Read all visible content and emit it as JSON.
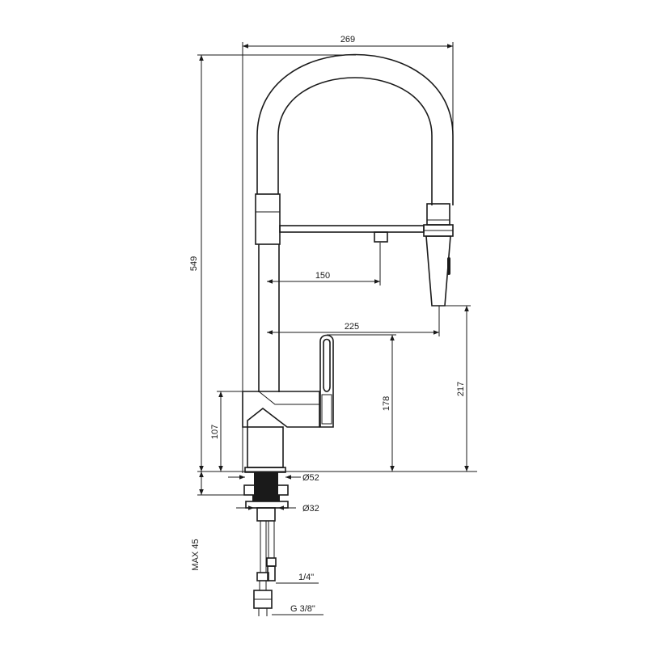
{
  "dimensions": {
    "overall_width": "269",
    "overall_height": "549",
    "spout_reach_inner": "150",
    "spout_reach": "225",
    "handle_height": "178",
    "spray_height": "217",
    "body_height": "107",
    "base_diameter": "Ø52",
    "shank_diameter": "Ø32",
    "max_countertop": "MAX 45",
    "hose_thread": "1/4\"",
    "supply_thread": "G 3/8\""
  }
}
